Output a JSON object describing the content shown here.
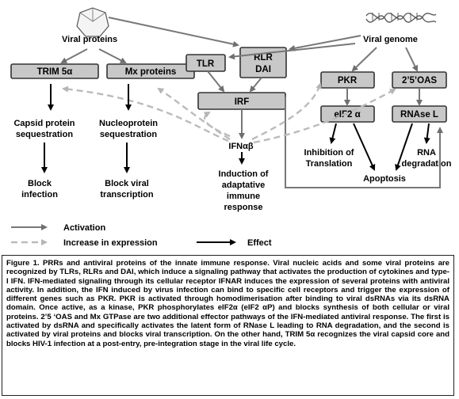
{
  "diagram": {
    "labels": {
      "viral_proteins": "Viral proteins",
      "viral_genome": "Viral genome",
      "capsid": [
        "Capsid protein",
        "sequestration"
      ],
      "nucleoprotein": [
        "Nucleoprotein",
        "sequestration"
      ],
      "block_infection": [
        "Block",
        "infection"
      ],
      "block_viral": [
        "Block viral",
        "transcription"
      ],
      "ifn": "IFNαβ",
      "induction": [
        "Induction of",
        "adaptative",
        "immune",
        "response"
      ],
      "inhibition": [
        "Inhibition of",
        "Translation"
      ],
      "apoptosis": "Apoptosis",
      "rna_deg": [
        "RNA",
        "degradation"
      ]
    },
    "nodes": {
      "trim5": "TRIM 5α",
      "mx": "Mx proteins",
      "tlr": "TLR",
      "rlr": [
        "RLR",
        "DAI"
      ],
      "irf": "IRF",
      "pkr": "PKR",
      "oas": "2’5’OAS",
      "eif2": "eIF2 α",
      "rnase": "RNAse L"
    },
    "legend": {
      "activation": "Activation",
      "increase": "Increase in expression",
      "effect": "Effect"
    }
  },
  "caption": "Figure 1. PRRs and antiviral proteins of the innate immune response. Viral nucleic acids and some viral proteins are recognized by TLRs, RLRs and DAI, which induce a signaling pathway that activates the production of cytokines and type-I IFN. IFN-mediated signaling through its cellular receptor IFNAR induces the expression of several proteins with antiviral activity. In addition, the IFN induced by virus infection can bind to specific cell receptors and trigger the expression of different genes such as PKR. PKR is activated through homodimerisation after binding to viral dsRNAs via its dsRNA domain. Once active, as a kinase, PKR phosphorylates eIF2α (eIF2 αP) and blocks synthesis of both cellular or viral proteins. 2’5 ‘OAS and Mx GTPase are two additional effector pathways of the IFN-mediated antiviral response. The first is activated by dsRNA and specifically activates the latent form of RNase L leading to RNA degradation, and the second is activated by viral proteins and blocks viral transcription. On the other hand, TRIM 5α recognizes the viral capsid core and blocks HIV-1 infection at a post-entry, pre-integration stage in the viral life cycle.",
  "colors": {
    "node_fill": "#c8c8c8",
    "activation_arrow": "#777777",
    "expression_arrow": "#bbbbbb",
    "effect_arrow": "#000000"
  }
}
